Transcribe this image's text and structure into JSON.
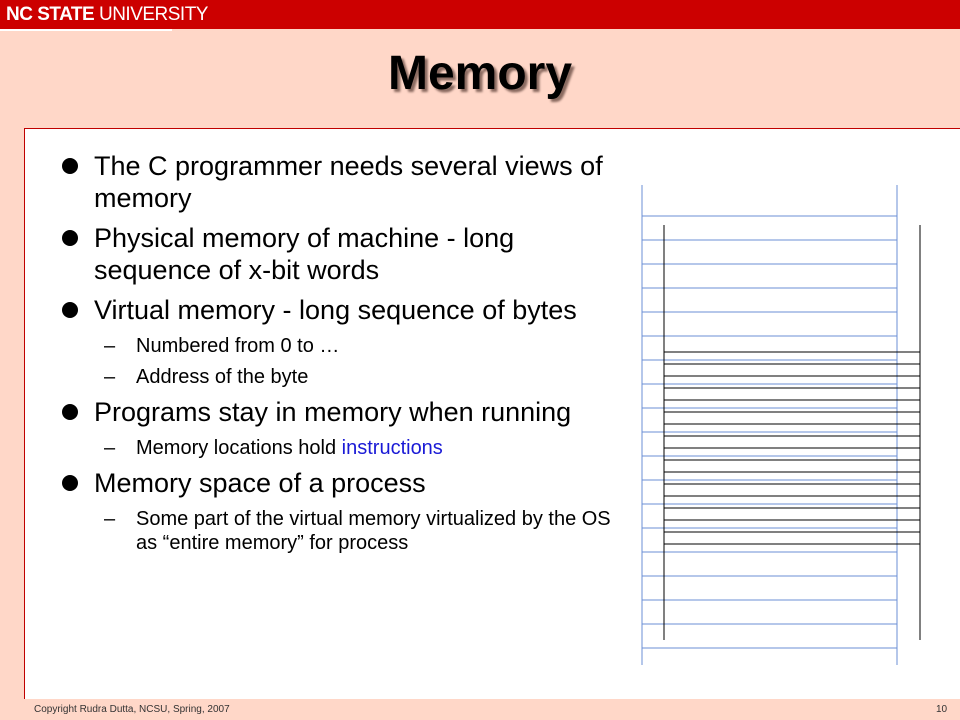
{
  "header": {
    "logo_bold": "NC STATE",
    "logo_rest": " UNIVERSITY"
  },
  "title": "Memory",
  "bullets": [
    {
      "level": 1,
      "text": "The C programmer needs several views of memory"
    },
    {
      "level": 1,
      "text": "Physical memory of machine - long sequence of x-bit words"
    },
    {
      "level": 1,
      "text": "Virtual memory - long sequence of bytes"
    },
    {
      "level": 2,
      "text": "Numbered from 0 to …"
    },
    {
      "level": 2,
      "text": "Address of the byte"
    },
    {
      "level": 1,
      "text": "Programs stay in memory when running"
    },
    {
      "level": 2,
      "text": "Memory locations hold ",
      "highlight": "instructions"
    },
    {
      "level": 1,
      "text": "Memory space of a process"
    },
    {
      "level": 2,
      "text": "Some part of the virtual memory virtualized by the OS as “entire memory” for process"
    }
  ],
  "footer": {
    "copyright": "Copyright Rudra Dutta, NCSU, Spring, 2007",
    "page": "10"
  },
  "colors": {
    "banner": "#cc0000",
    "background": "#ffd7c8",
    "grid_blue": "#6b8fd6",
    "highlight": "#1a1ad6"
  }
}
